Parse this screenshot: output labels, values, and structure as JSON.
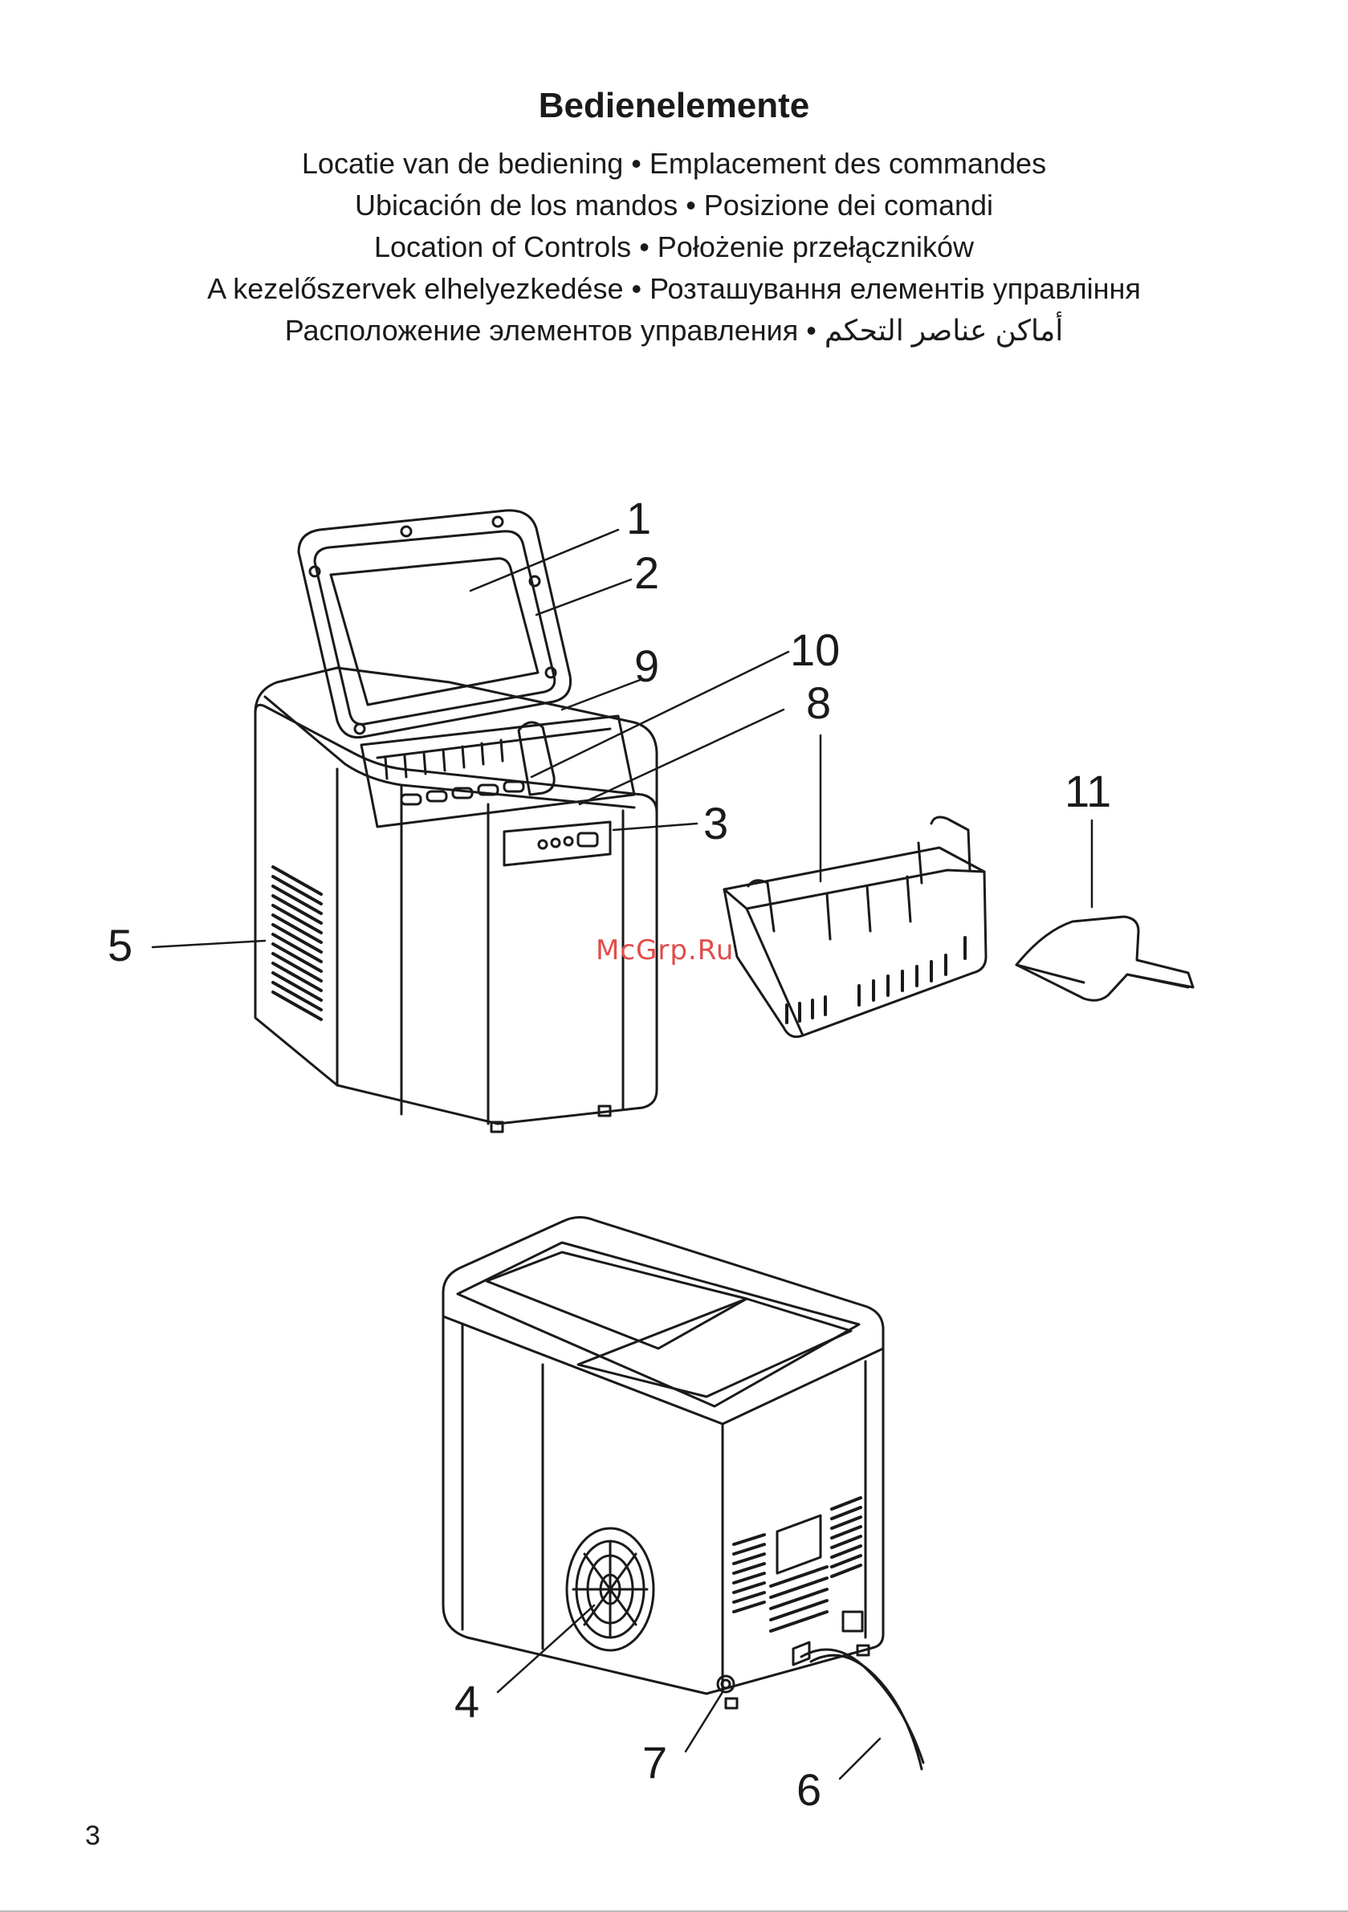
{
  "page": {
    "title": "Bedienelemente",
    "subtitle_lines": [
      "Locatie van de bediening • Emplacement des commandes",
      "Ubicación de los mandos • Posizione dei comandi",
      "Location of Controls • Położenie przełączników",
      "A kezelőszervek elhelyezkedése • Розташування елементів управління",
      "Расположение элементов управления • أماكن عناصر التحكم"
    ],
    "page_number": "3",
    "watermark": "McGrp.Ru"
  },
  "figure": {
    "callouts": [
      "1",
      "2",
      "3",
      "4",
      "5",
      "6",
      "7",
      "8",
      "9",
      "10",
      "11"
    ]
  }
}
